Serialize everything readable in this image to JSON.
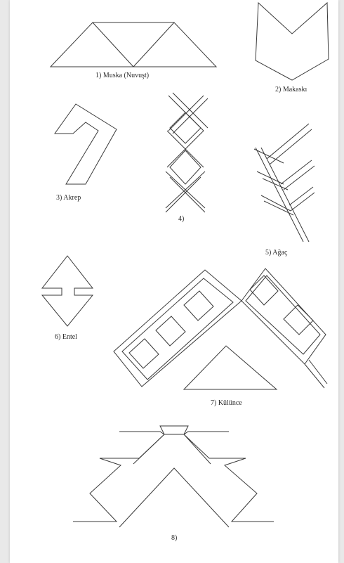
{
  "captions": {
    "muska": "1) Muska (Nuvuşt)",
    "makaski": "2) Makaskı",
    "akrep": "3) Akrep",
    "fig4": "4)",
    "agac": "5) Ağaç",
    "entel": "6) Entel",
    "kulunce": "7) Külünce",
    "fig8": "8)"
  }
}
